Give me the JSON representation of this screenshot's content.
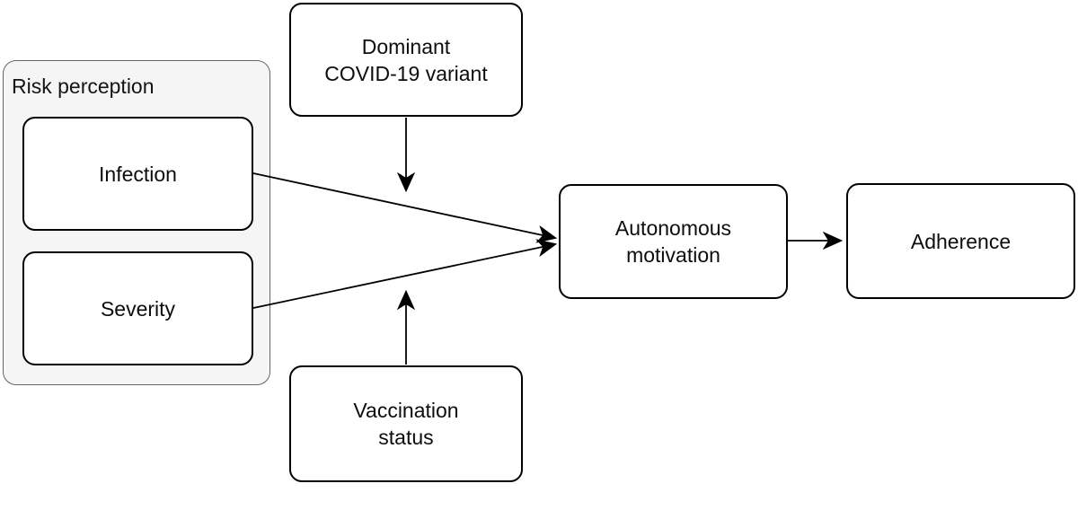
{
  "group": {
    "label": "Risk perception",
    "fill": "#f5f5f5",
    "border_color": "#666666"
  },
  "nodes": {
    "infection": {
      "label": "Infection"
    },
    "severity": {
      "label": "Severity"
    },
    "dominant_variant": {
      "label": "Dominant\nCOVID-19 variant"
    },
    "vaccination_status": {
      "label": "Vaccination\nstatus"
    },
    "autonomous_motivation": {
      "label": "Autonomous\nmotivation"
    },
    "adherence": {
      "label": "Adherence"
    }
  },
  "edges": [
    {
      "from": "infection",
      "to": "autonomous_motivation",
      "style": "arrow"
    },
    {
      "from": "severity",
      "to": "autonomous_motivation",
      "style": "arrow"
    },
    {
      "from": "dominant_variant",
      "to": "path_infection_to_autonomous_motivation",
      "style": "arrow-moderation"
    },
    {
      "from": "vaccination_status",
      "to": "path_severity_to_autonomous_motivation",
      "style": "arrow-moderation"
    },
    {
      "from": "autonomous_motivation",
      "to": "adherence",
      "style": "arrow"
    }
  ],
  "colors": {
    "background": "#ffffff",
    "node_fill": "#ffffff",
    "node_border": "#000000",
    "arrow": "#000000",
    "text": "#0d0d0d"
  }
}
